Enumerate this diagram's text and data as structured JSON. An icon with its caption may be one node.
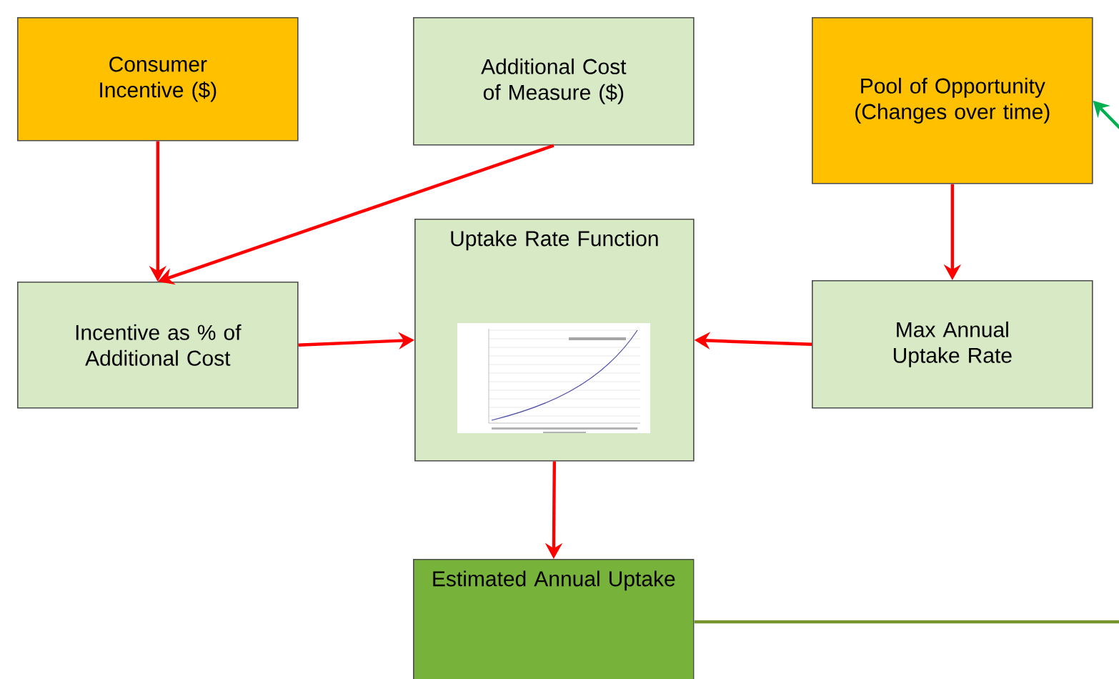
{
  "diagram": {
    "nodes": [
      {
        "text": [
          "Consumer Incentive ($)"
        ]
      },
      {
        "text": [
          "Additional Cost of Measure ($)"
        ]
      },
      {
        "text": [
          "Pool of Opportunity (Changes over time)"
        ]
      },
      {
        "text": [
          "Incentive as % of Additional Cost"
        ]
      },
      {
        "text": [
          "Uptake Rate Function"
        ]
      },
      {
        "text": [
          "Max Annual Uptake Rate"
        ]
      },
      {
        "text": [
          "Estimated Annual Uptake"
        ]
      }
    ],
    "edges": [
      {
        "from": 0,
        "to": 3,
        "arrow": "to"
      },
      {
        "from": 1,
        "to": 3,
        "arrow": "to"
      },
      {
        "from": 2,
        "to": 5,
        "arrow": "to"
      },
      {
        "from": 3,
        "to": 4,
        "arrow": "to"
      },
      {
        "from": 5,
        "to": 4,
        "arrow": "to"
      },
      {
        "from": 4,
        "to": 6,
        "arrow": "to"
      },
      {
        "from": null,
        "to": 2,
        "arrow": "to",
        "color": "#00b050"
      },
      {
        "from": 6,
        "to": null,
        "arrow": "none",
        "color": "#77932e"
      }
    ]
  }
}
